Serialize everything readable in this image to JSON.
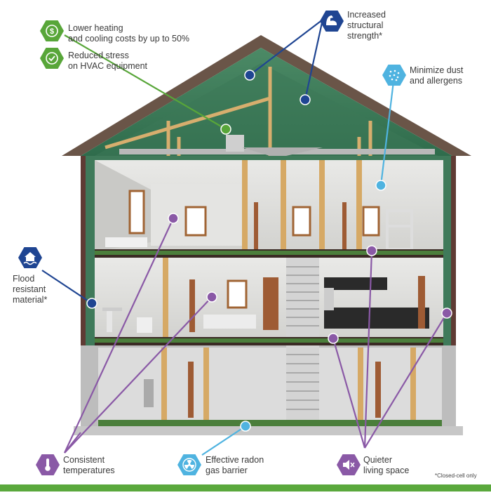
{
  "colors": {
    "green": "#58a639",
    "navy": "#1f4592",
    "light_blue": "#4fb3e0",
    "purple": "#8a59a6",
    "insulation": "#3f7a5a"
  },
  "callouts": {
    "heating": {
      "icon": "dollar-icon",
      "line1": "Lower heating",
      "line2": "and cooling costs by up to 50%"
    },
    "hvac": {
      "icon": "check-badge-icon",
      "line1": "Reduced stress",
      "line2": "on HVAC equipment"
    },
    "strength": {
      "icon": "flexed-arm-icon",
      "line1": "Increased",
      "line2": "structural",
      "line3": "strength*"
    },
    "dust": {
      "icon": "dust-particles-icon",
      "line1": "Minimize dust",
      "line2": "and allergens"
    },
    "flood": {
      "icon": "flooded-house-icon",
      "line1": "Flood",
      "line2": "resistant",
      "line3": "material*"
    },
    "temperature": {
      "icon": "thermometer-icon",
      "line1": "Consistent",
      "line2": "temperatures"
    },
    "radon": {
      "icon": "radiation-icon",
      "line1": "Effective radon",
      "line2": "gas barrier"
    },
    "quiet": {
      "icon": "muted-speaker-icon",
      "line1": "Quieter",
      "line2": "living space"
    }
  },
  "footnote": "*Closed-cell only"
}
